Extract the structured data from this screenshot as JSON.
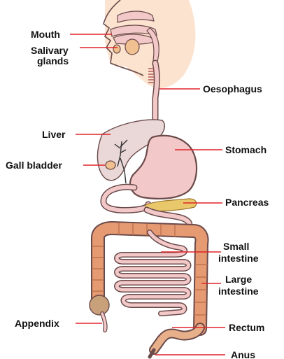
{
  "labels": {
    "mouth": "Mouth",
    "salivary_1": "Salivary",
    "salivary_2": "glands",
    "oesophagus": "Oesophagus",
    "liver": "Liver",
    "stomach": "Stomach",
    "gall_bladder": "Gall bladder",
    "pancreas": "Pancreas",
    "small_1": "Small",
    "small_2": "intestine",
    "large_1": "Large",
    "large_2": "intestine",
    "appendix": "Appendix",
    "rectum": "Rectum",
    "anus": "Anus"
  },
  "colors": {
    "leader": "#e0242a",
    "outline": "#6b4a4a",
    "head_skin": "#fbe3cf",
    "organ_pink": "#f2c8c8",
    "liver": "#ead7d7",
    "large_intestine": "#e69a72",
    "pancreas": "#e8c86a",
    "gall_bladder": "#f0c090",
    "appendix": "#c8a07a"
  }
}
